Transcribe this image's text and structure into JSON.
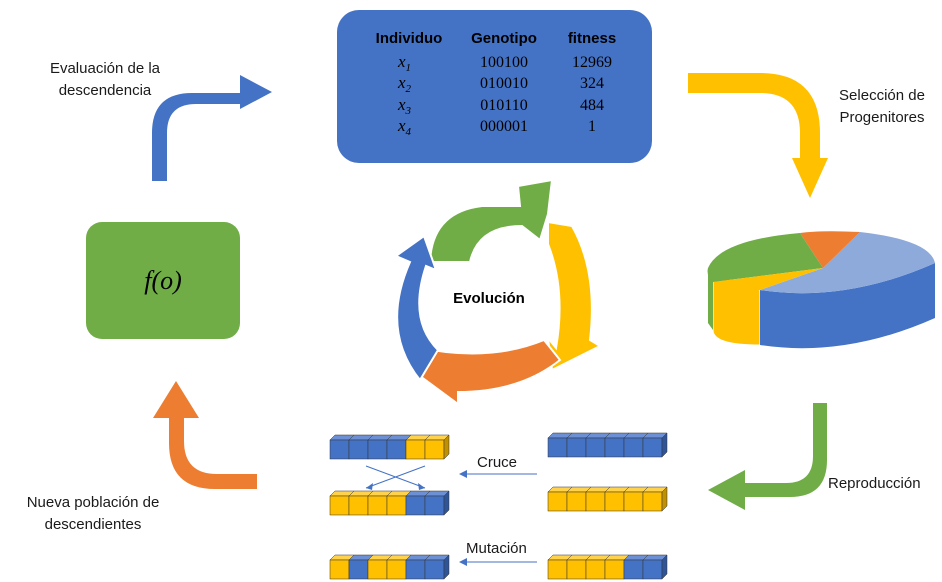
{
  "labels": {
    "evaluacion_line1": "Evaluación de la",
    "evaluacion_line2": "descendencia",
    "seleccion_line1": "Selección de",
    "seleccion_line2": "Progenitores",
    "nueva_line1": "Nueva población de",
    "nueva_line2": "descendientes",
    "reproduccion": "Reproducción",
    "evolucion": "Evolución",
    "cruce": "Cruce",
    "mutacion": "Mutación",
    "fitness_function": "f(o)"
  },
  "table": {
    "headers": [
      "Individuo",
      "Genotipo",
      "fitness"
    ],
    "rows": [
      {
        "var": "x",
        "sub": "1",
        "genotipo": "100100",
        "fitness": "12969"
      },
      {
        "var": "x",
        "sub": "2",
        "genotipo": "010010",
        "fitness": "324"
      },
      {
        "var": "x",
        "sub": "3",
        "genotipo": "010110",
        "fitness": "484"
      },
      {
        "var": "x",
        "sub": "4",
        "genotipo": "000001",
        "fitness": "1"
      }
    ]
  },
  "colors": {
    "blue": "#4472c4",
    "light_blue": "#8eaadb",
    "green": "#70ad47",
    "orange": "#ed7d31",
    "yellow": "#ffc000",
    "table_bg": "#4472c4"
  },
  "chromosomes": {
    "cruce_parent_top": [
      "b",
      "b",
      "b",
      "b",
      "b",
      "b"
    ],
    "cruce_parent_bottom": [
      "y",
      "y",
      "y",
      "y",
      "y",
      "y"
    ],
    "cruce_child_top": [
      "b",
      "b",
      "b",
      "b",
      "y",
      "y"
    ],
    "cruce_child_bottom": [
      "y",
      "y",
      "y",
      "y",
      "b",
      "b"
    ],
    "mutacion_parent": [
      "y",
      "y",
      "y",
      "y",
      "b",
      "b"
    ],
    "mutacion_child": [
      "y",
      "b",
      "y",
      "y",
      "b",
      "b"
    ]
  }
}
